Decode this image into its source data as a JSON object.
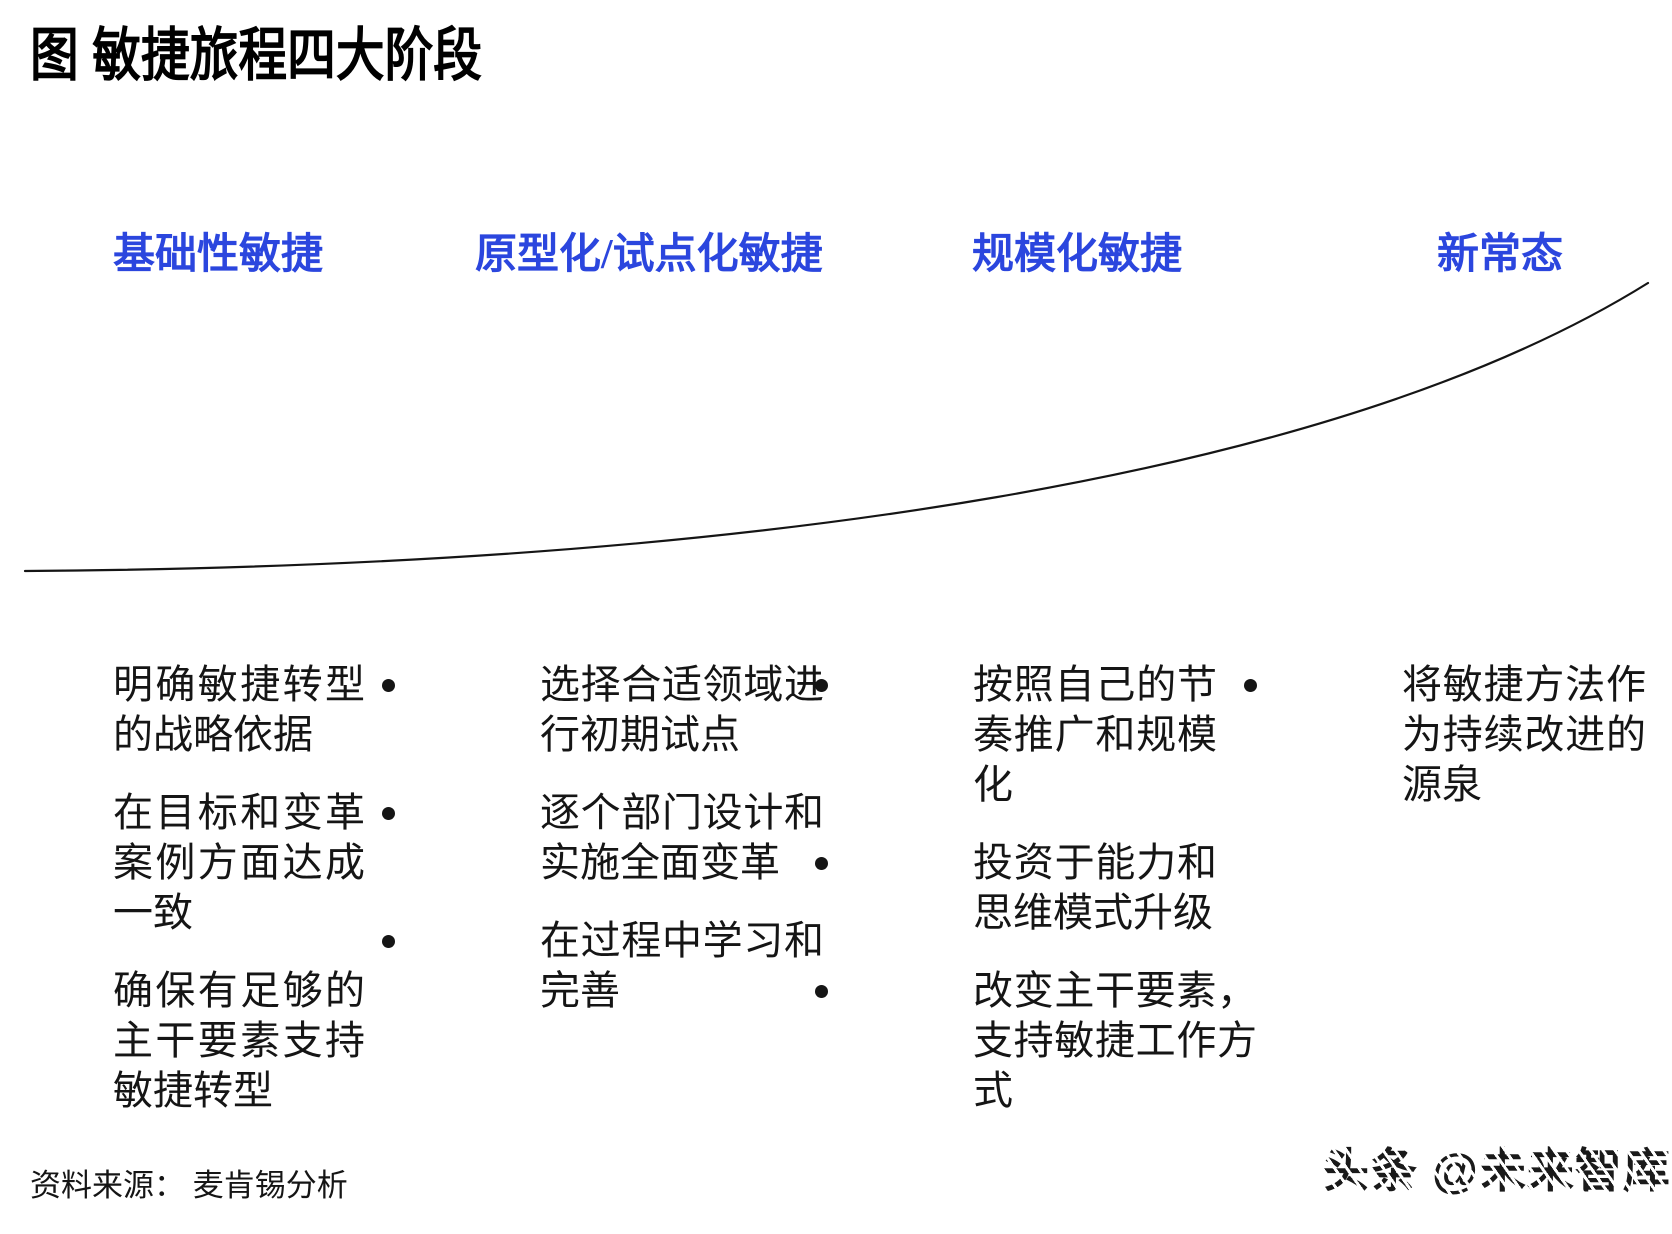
{
  "colors": {
    "accent": "#2B46DE",
    "ink": "#151515"
  },
  "title": "图 敏捷旅程四大阶段",
  "stages": [
    {
      "header": "基础性敏捷",
      "items": [
        "明确敏捷转型的战略依据",
        "在目标和变革案例方面达成一致",
        "确保有足够的主干要素支持敏捷转型"
      ]
    },
    {
      "header": "原型化/试点化敏捷",
      "items": [
        "选择合适领域进行初期试点",
        "逐个部门设计和实施全面变革",
        "在过程中学习和完善"
      ]
    },
    {
      "header": "规模化敏捷",
      "items": [
        "按照自己的节奏推广和规模化",
        "投资于能力和思维模式升级",
        "改变主干要素，支持敏捷工作方式"
      ]
    },
    {
      "header": "新常态",
      "items": [
        "将敏捷方法作为持续改进的源泉"
      ]
    }
  ],
  "source_note": "资料来源： 麦肯锡分析",
  "watermark": "头条 @未来智库"
}
